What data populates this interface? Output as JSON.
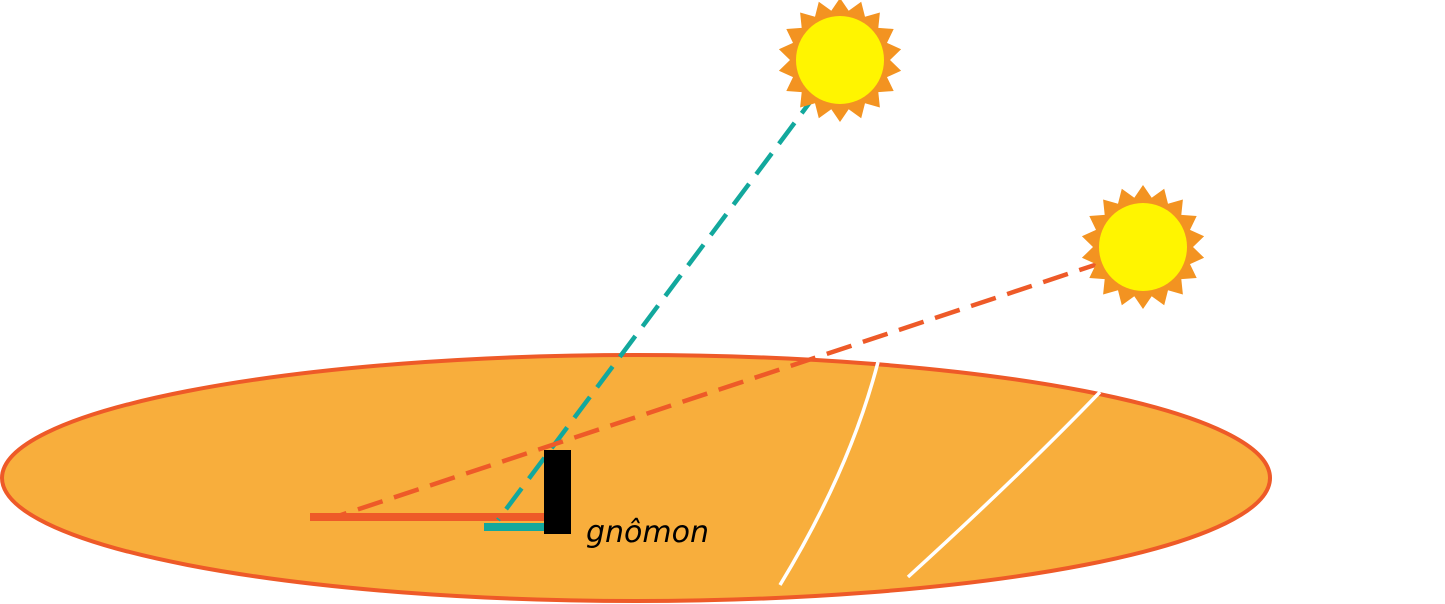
{
  "diagram": {
    "gnomon_label": "gnômon",
    "colors": {
      "ground_fill": "#F8AE3C",
      "ground_stroke": "#EE5A28",
      "gnomon": "#000000",
      "high_sun_ray": "#12A89D",
      "low_sun_ray": "#EE5A28",
      "sun_core": "#FFF500",
      "sun_rays": "#F39321",
      "hour_lines": "#FFFFFF"
    },
    "elements": [
      "sun-high",
      "sun-low",
      "gnomon",
      "short-shadow",
      "long-shadow",
      "hour-lines"
    ]
  }
}
